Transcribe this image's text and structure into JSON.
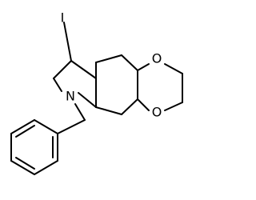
{
  "molecule": {
    "atoms": {
      "iodine": {
        "symbol": "I",
        "color": "#000000"
      },
      "nitrogen": {
        "symbol": "N",
        "color": "#000000"
      },
      "oxygen_top": {
        "symbol": "O",
        "color": "#000000"
      },
      "oxygen_bottom": {
        "symbol": "O",
        "color": "#000000"
      }
    },
    "background": "#ffffff"
  }
}
